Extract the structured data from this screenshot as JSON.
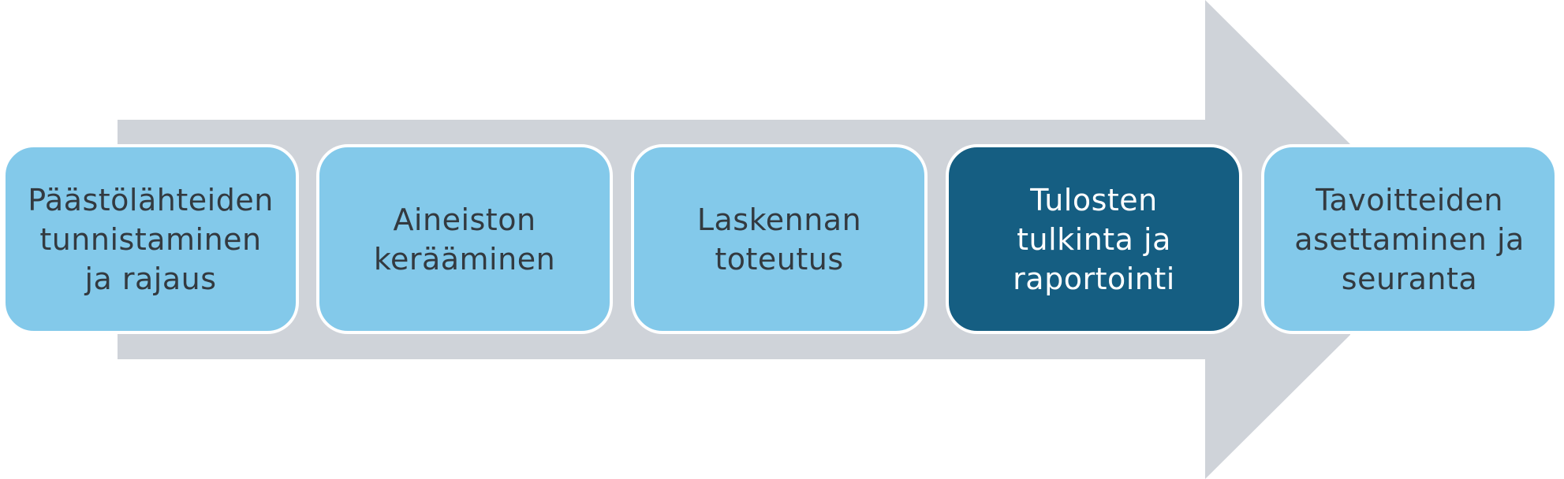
{
  "colors": {
    "arrow": "#cfd3d9",
    "step_light": "#83c9ea",
    "step_dark": "#155e82",
    "text_dark": "#333a40",
    "text_light": "#ffffff",
    "border": "#ffffff"
  },
  "steps": [
    {
      "label": "Päästölähteiden\ntunnistaminen\nja rajaus",
      "highlighted": false
    },
    {
      "label": "Aineiston\nkerääminen",
      "highlighted": false
    },
    {
      "label": "Laskennan\ntoteutus",
      "highlighted": false
    },
    {
      "label": "Tulosten\ntulkinta ja\nraportointi",
      "highlighted": true
    },
    {
      "label": "Tavoitteiden\nasettaminen ja\nseuranta",
      "highlighted": false
    }
  ]
}
